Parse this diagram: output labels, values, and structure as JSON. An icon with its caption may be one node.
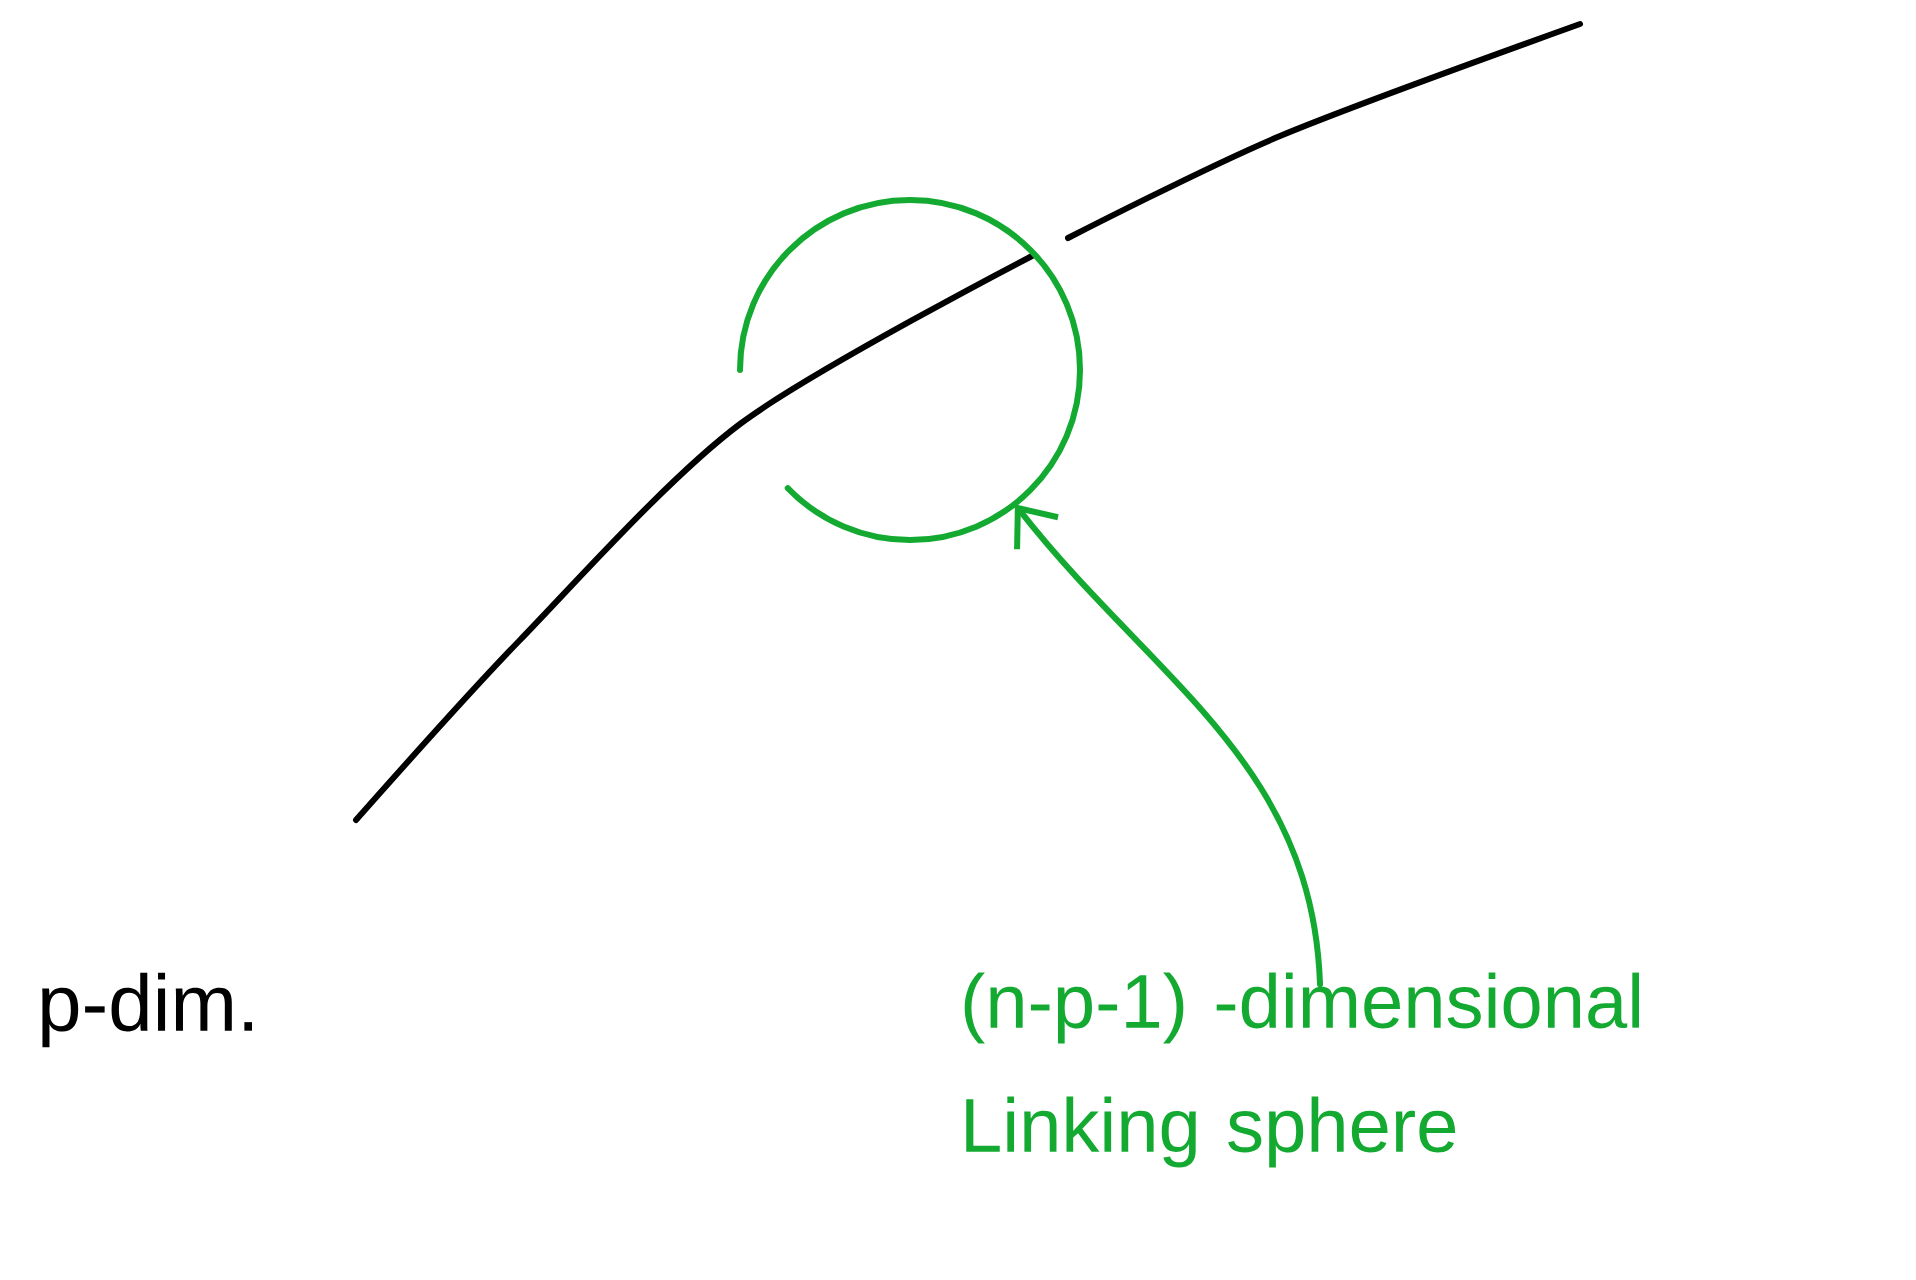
{
  "diagram": {
    "nodes": [
      {
        "text": [
          "(n-p-1) -dimensional Linking sphere"
        ]
      },
      {
        "text": [],
        "shape": "circle"
      }
    ],
    "edges": [
      {
        "from": 0,
        "to": 1,
        "arrow": "to"
      }
    ],
    "labels": [
      "p-dim."
    ]
  }
}
